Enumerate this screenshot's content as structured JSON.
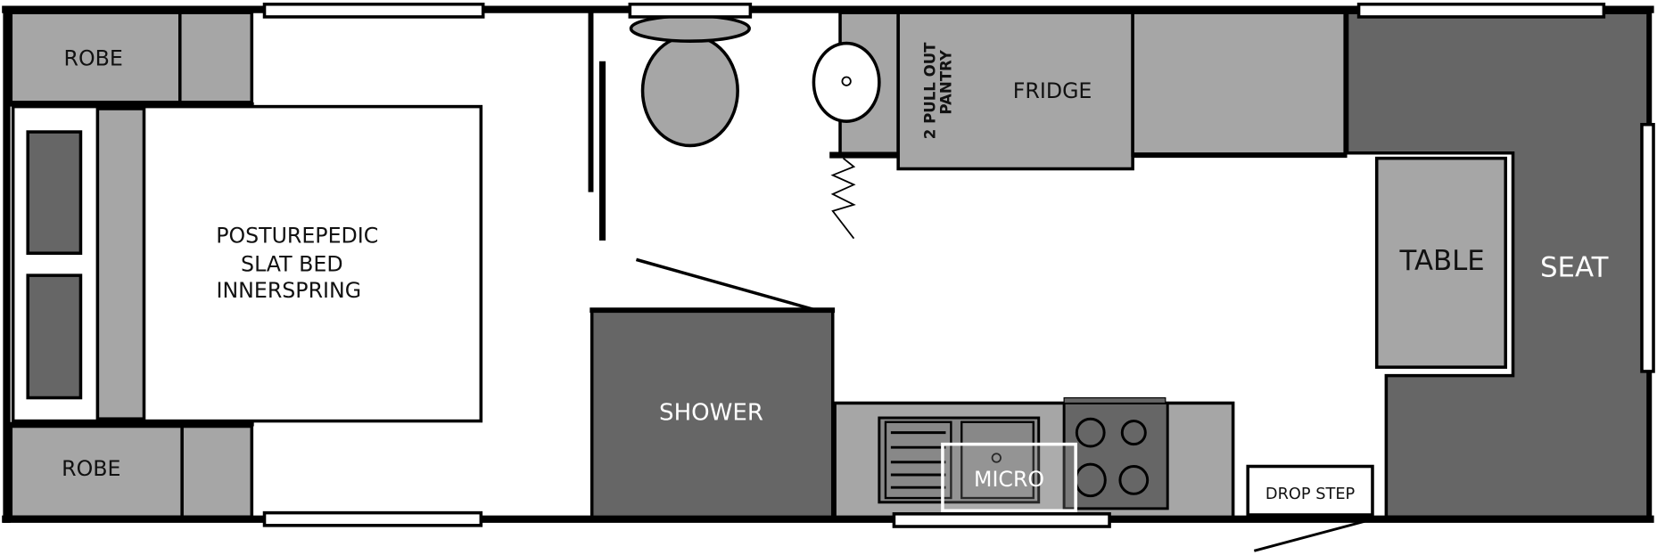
{
  "floorplan": {
    "labels": {
      "robe_top": "ROBE",
      "robe_bottom": "ROBE",
      "bed_line1": "POSTUREPEDIC",
      "bed_line2": "SLAT BED",
      "bed_line3": "INNERSPRING",
      "pantry_line1": "2 PULL OUT",
      "pantry_line2": "PANTRY",
      "fridge": "FRIDGE",
      "table": "TABLE",
      "seat": "SEAT",
      "shower": "SHOWER",
      "micro": "MICRO",
      "drop_step": "DROP STEP"
    },
    "colors": {
      "wall": "#000000",
      "light_fixture": "#a6a6a6",
      "dark_fixture": "#666666",
      "floor": "#ffffff"
    }
  }
}
